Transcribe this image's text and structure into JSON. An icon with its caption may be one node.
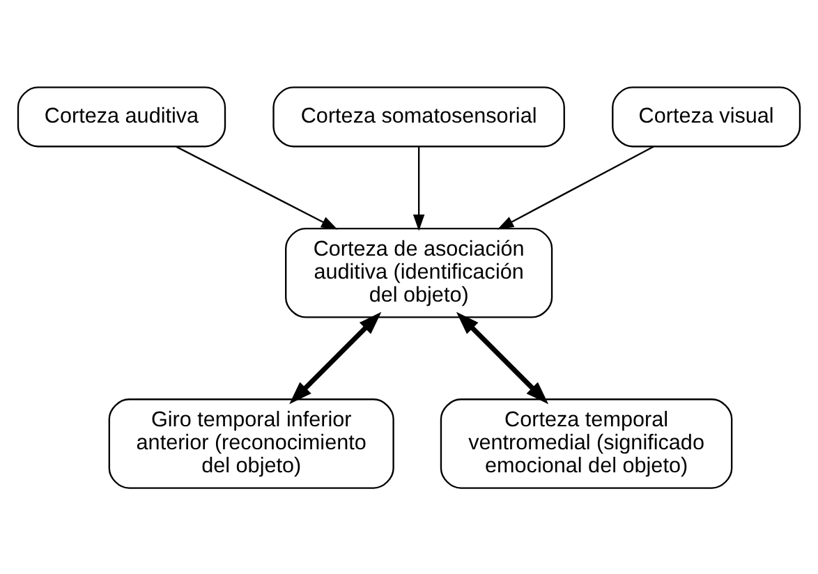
{
  "diagram": {
    "nodes": [
      {
        "text": [
          "Corteza auditiva"
        ]
      },
      {
        "text": [
          "Corteza somatosensorial"
        ]
      },
      {
        "text": [
          "Corteza visual"
        ]
      },
      {
        "text": [
          "Corteza de asociación auditiva (identificación del objeto)"
        ]
      },
      {
        "text": [
          "Giro temporal inferior anterior (reconocimiento del objeto)"
        ]
      },
      {
        "text": [
          "Corteza temporal ventromedial (significado emocional del objeto)"
        ]
      }
    ],
    "edges": [
      {
        "from": 0,
        "to": 3,
        "arrow": "to"
      },
      {
        "from": 1,
        "to": 3,
        "arrow": "to"
      },
      {
        "from": 2,
        "to": 3,
        "arrow": "to"
      },
      {
        "from": 3,
        "to": 4,
        "arrow": "both",
        "style": "thick"
      },
      {
        "from": 3,
        "to": 5,
        "arrow": "both",
        "style": "thick"
      }
    ]
  }
}
